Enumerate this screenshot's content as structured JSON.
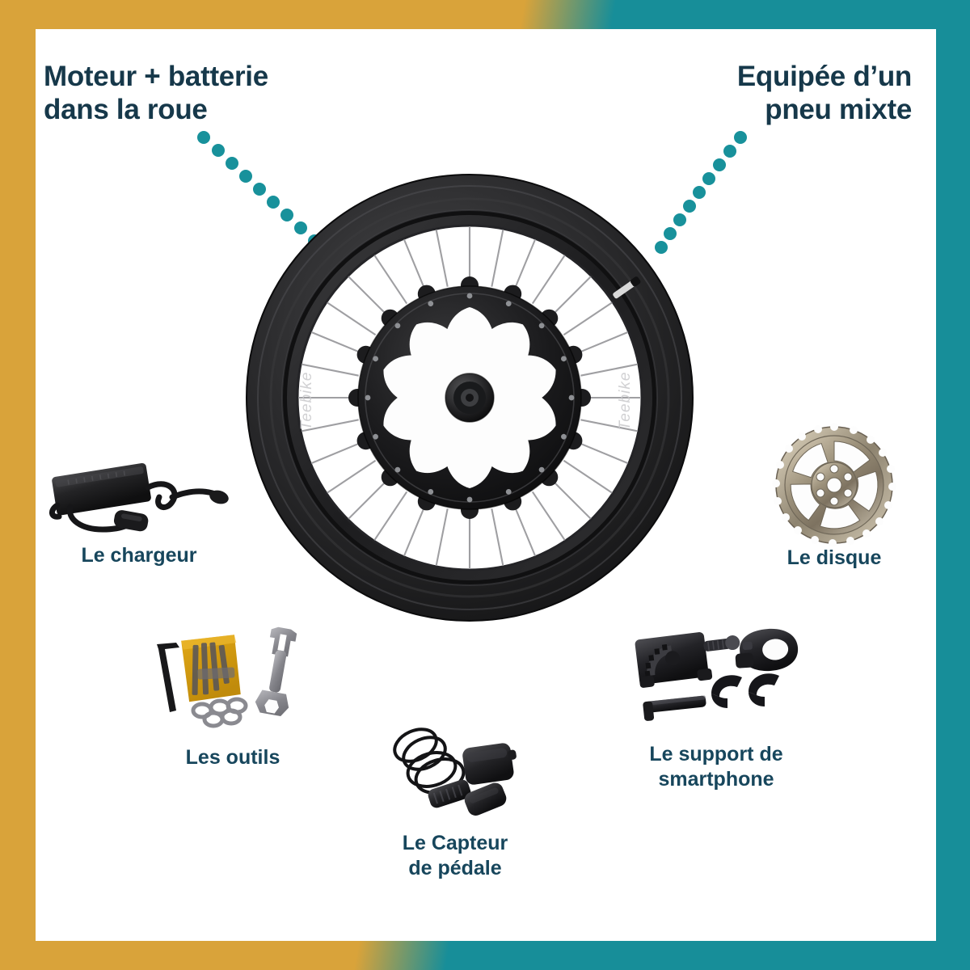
{
  "frame": {
    "left_color": "#d9a33a",
    "right_color": "#178e99",
    "background": "#ffffff"
  },
  "theme": {
    "heading_color": "#16384a",
    "caption_color": "#17465c",
    "dot_color": "#18919b",
    "brand": "Teebike"
  },
  "callouts": [
    {
      "id": "motor-battery",
      "text": "Moteur + batterie\ndans la roue",
      "align": "left"
    },
    {
      "id": "mixed-tire",
      "text": "Equipée d’un\npneu mixte",
      "align": "right"
    }
  ],
  "hero": {
    "name": "Teebike electric wheel",
    "rim_brand_left": "Teebike",
    "rim_brand_right": "Teebike",
    "spoke_count": 32,
    "hub_petal_count": 10
  },
  "parts": [
    {
      "id": "charger",
      "caption": "Le chargeur"
    },
    {
      "id": "disc",
      "caption": "Le disque"
    },
    {
      "id": "tools",
      "caption": "Les outils"
    },
    {
      "id": "pedal-sensor",
      "caption": "Le Capteur\nde pédale"
    },
    {
      "id": "smartphone-mount",
      "caption": "Le support de\nsmartphone"
    }
  ]
}
